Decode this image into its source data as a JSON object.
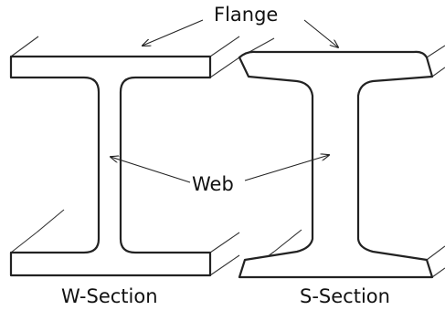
{
  "labels": {
    "flange": "Flange",
    "web": "Web",
    "w_section": "W-Section",
    "s_section": "S-Section"
  },
  "colors": {
    "line": "#222222",
    "background": "#ffffff"
  }
}
